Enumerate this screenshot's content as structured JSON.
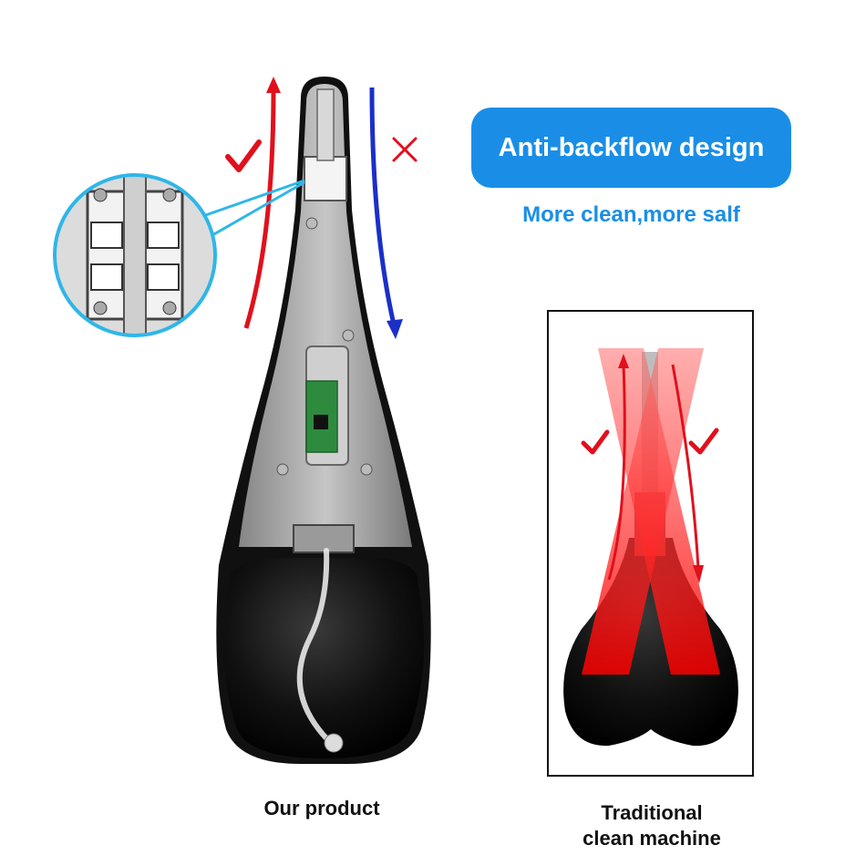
{
  "headline": {
    "badge_text": "Anti-backflow design",
    "tagline": "More clean,more salf"
  },
  "products": {
    "ours_caption": "Our product",
    "traditional_caption_line1": "Traditional",
    "traditional_caption_line2": "clean machine"
  },
  "marks": {
    "check_symbol": "check",
    "cross_symbol": "cross"
  },
  "colors": {
    "accent_blue": "#1a8ee6",
    "inflow_red": "#e0101c",
    "backflow_blue": "#1b2fc9",
    "bulb_black": "#0c0c0c"
  }
}
